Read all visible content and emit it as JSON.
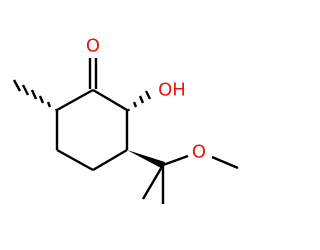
{
  "colors": {
    "background": "#ffffff",
    "bond": "#000000",
    "oxygen": "#e8170f"
  },
  "atoms": {
    "ketone_oxygen": {
      "element": "O",
      "label": "O"
    },
    "hydroxyl": {
      "element": "O",
      "label": "OH"
    },
    "ether_oxygen": {
      "element": "O",
      "label": "O"
    }
  },
  "stereo_bonds": [
    {
      "from": "C2",
      "to": "methyl",
      "type": "hashed"
    },
    {
      "from": "C6",
      "to": "hydroxyl",
      "type": "hashed"
    },
    {
      "from": "C5",
      "to": "isopropyl-carbon",
      "type": "wedge"
    }
  ]
}
